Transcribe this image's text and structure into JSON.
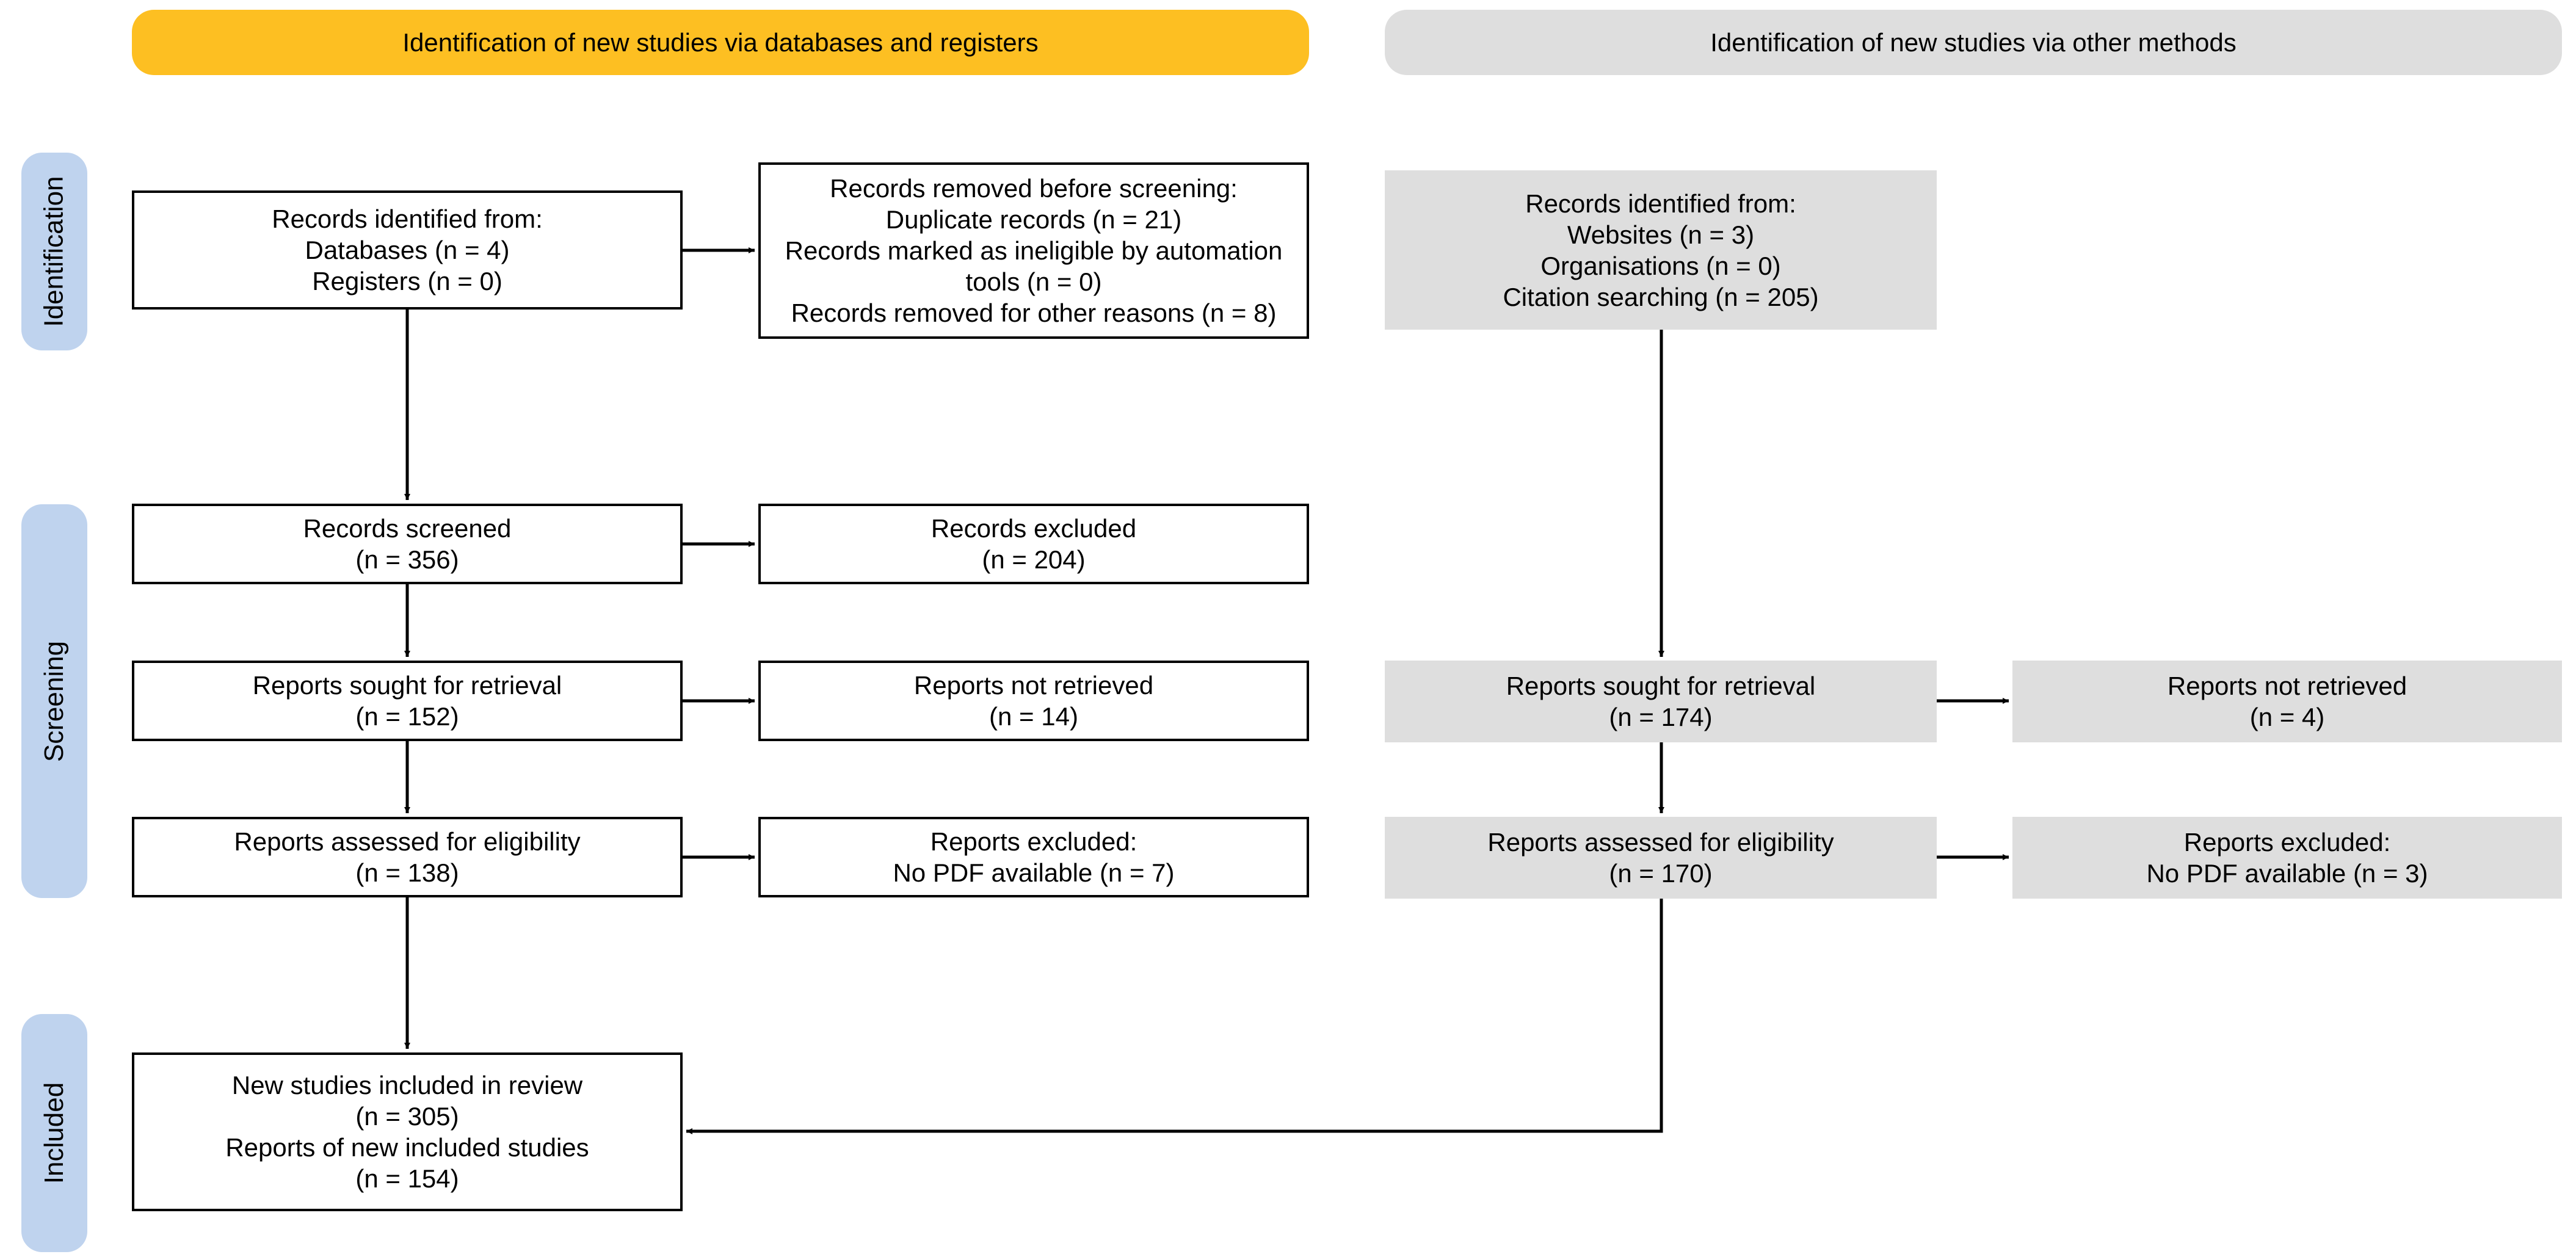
{
  "headers": {
    "left": "Identification of new studies via databases and registers",
    "right": "Identification of new studies via other methods"
  },
  "phases": {
    "identification": "Identification",
    "screening": "Screening",
    "included": "Included"
  },
  "left": {
    "identified": [
      "Records identified from:",
      "Databases (n = 4)",
      "Registers (n = 0)"
    ],
    "removed": [
      "Records removed before screening:",
      "Duplicate records (n = 21)",
      "Records marked as ineligible by automation",
      "tools (n = 0)",
      "Records removed for other reasons (n = 8)"
    ],
    "screened": [
      "Records screened",
      "(n = 356)"
    ],
    "excluded": [
      "Records excluded",
      "(n = 204)"
    ],
    "sought": [
      "Reports sought for retrieval",
      "(n = 152)"
    ],
    "not_retrieved": [
      "Reports not retrieved",
      "(n = 14)"
    ],
    "assessed": [
      "Reports assessed for eligibility",
      "(n = 138)"
    ],
    "reports_excluded": [
      "Reports excluded:",
      "No PDF available (n = 7)"
    ],
    "included": [
      "New studies included in review",
      "(n = 305)",
      "Reports of new included studies",
      "(n = 154)"
    ]
  },
  "right": {
    "identified": [
      "Records identified from:",
      "Websites (n = 3)",
      "Organisations (n = 0)",
      "Citation searching (n = 205)"
    ],
    "sought": [
      "Reports sought for retrieval",
      "(n = 174)"
    ],
    "not_retrieved": [
      "Reports not retrieved",
      "(n = 4)"
    ],
    "assessed": [
      "Reports assessed for eligibility",
      "(n = 170)"
    ],
    "reports_excluded": [
      "Reports excluded:",
      "No PDF available (n = 3)"
    ]
  },
  "colors": {
    "header_left": "#FDBF22",
    "header_right": "#DEDEDE",
    "phase_label": "#BFD3EE",
    "other_methods_box": "#DEDEDE",
    "box_border": "#000000"
  }
}
